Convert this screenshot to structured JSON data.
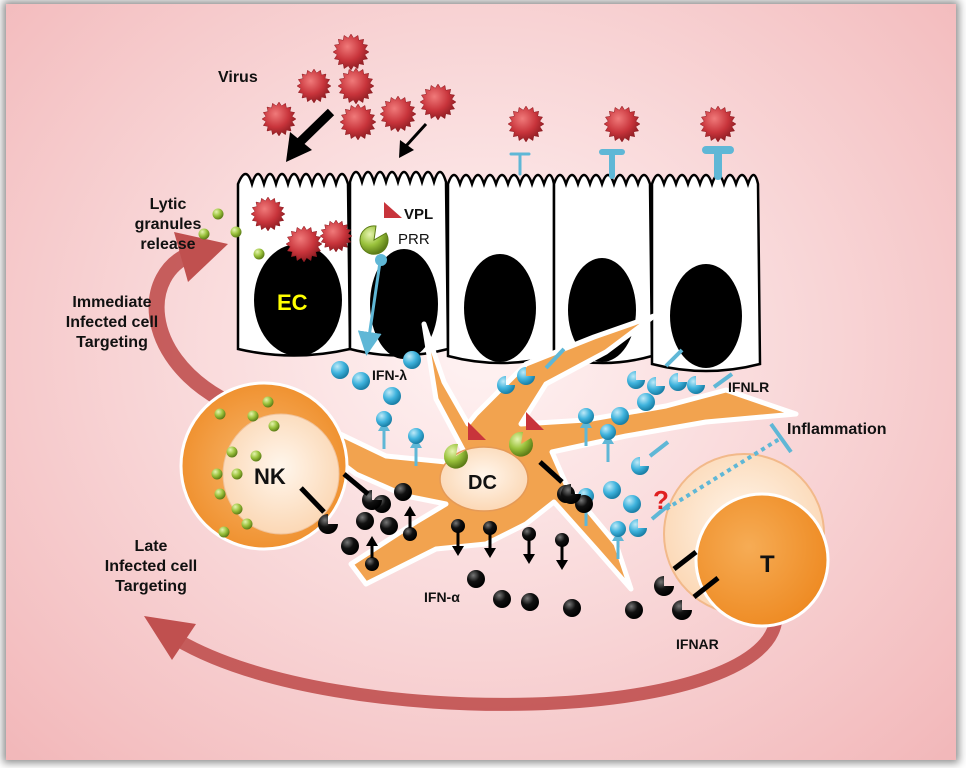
{
  "labels": {
    "virus": "Virus",
    "lytic": [
      "Lytic",
      "granules",
      "release"
    ],
    "immediate": [
      "Immediate",
      "Infected cell",
      "Targeting"
    ],
    "late": [
      "Late",
      "Infected cell",
      "Targeting"
    ],
    "ec": "EC",
    "vpl": "VPL",
    "prr": "PRR",
    "ifn_lambda": "IFN-λ",
    "ifnlr": "IFNLR",
    "inflammation": "Inflammation",
    "nk": "NK",
    "dc": "DC",
    "t": "T",
    "ifn_alpha": "IFN-α",
    "ifnar": "IFNAR",
    "question": "?"
  },
  "colors": {
    "virus": "#c8343b",
    "dc_orange": "#f2a34f",
    "cell_orange": "#f0962f",
    "nucleus_peach": "#fde2c8",
    "receptor_blue": "#5fb7d6",
    "ifn_lambda_blue": "#3fb3dd",
    "granule_green": "#9ac23c",
    "prr_green": "#8cc43c",
    "vpl_red": "#c8343b",
    "arrow_red": "#c0504f",
    "ec_yellow": "#ffff00",
    "question_red": "#e02020"
  }
}
